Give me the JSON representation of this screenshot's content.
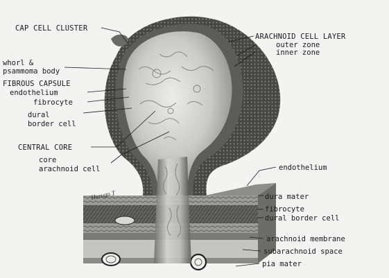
{
  "left_labels": [
    "CAP CELL CLUSTER",
    "whorl &",
    "psammoma body",
    "FIBROUS CAPSULE",
    "endothelium",
    "fibrocyte",
    "dural",
    "border cell",
    "CENTRAL CORE",
    "core",
    "arachnoid cell"
  ],
  "right_labels": [
    "ARACHNOID CELL LAYER",
    "outer zone",
    "inner zone",
    "endothelium",
    "dura mater",
    "fibrocyte",
    "dural border cell",
    "arachnoid membrane",
    "subarachnoid space",
    "pia mater"
  ],
  "signature": "Harugo T"
}
